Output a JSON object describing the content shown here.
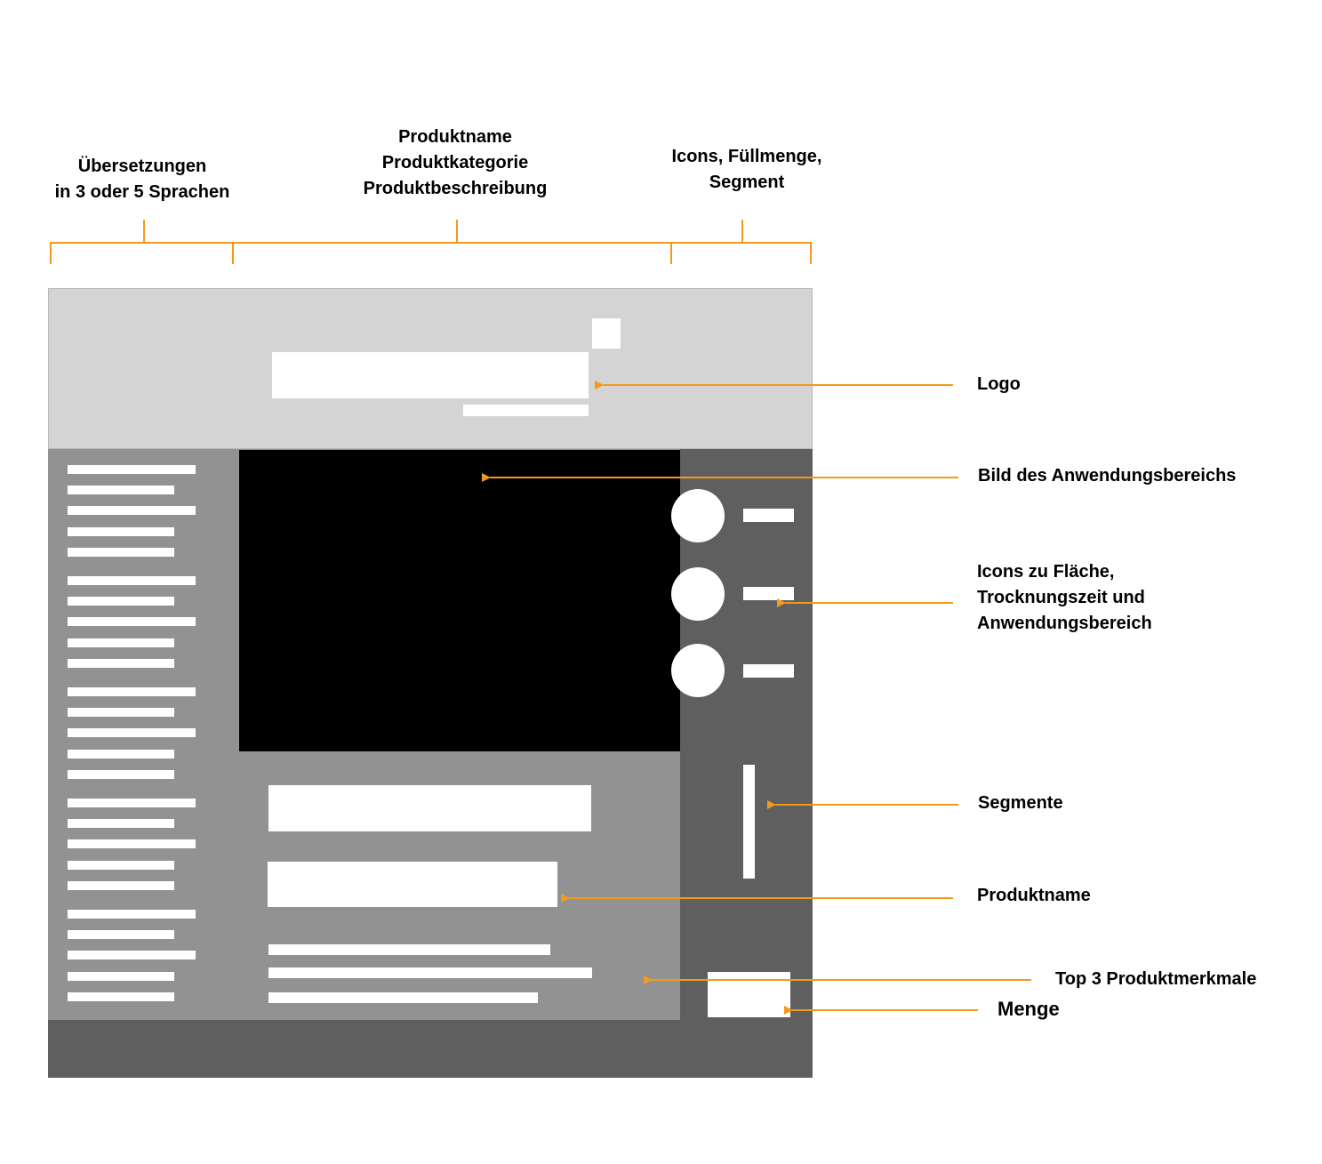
{
  "header_labels": {
    "translations": [
      "Übersetzungen",
      "in 3 oder 5 Sprachen"
    ],
    "product": [
      "Produktname",
      "Produktkategorie",
      "Produktbeschreibung"
    ],
    "icons": [
      "Icons, Füllmenge,",
      "Segment"
    ]
  },
  "callouts": {
    "logo": "Logo",
    "image": "Bild des Anwendungsbereichs",
    "icons": [
      "Icons zu Fläche,",
      "Trocknungszeit und",
      "Anwendungsbereich"
    ],
    "segments": "Segmente",
    "product_name": "Produktname",
    "features": "Top 3 Produktmerkmale",
    "quantity": "Menge"
  },
  "colors": {
    "accent": "#f29a1c",
    "header_bg": "#d4d4d4",
    "left_panel": "#929292",
    "right_panel": "#5f5f5f",
    "image": "#000000"
  }
}
